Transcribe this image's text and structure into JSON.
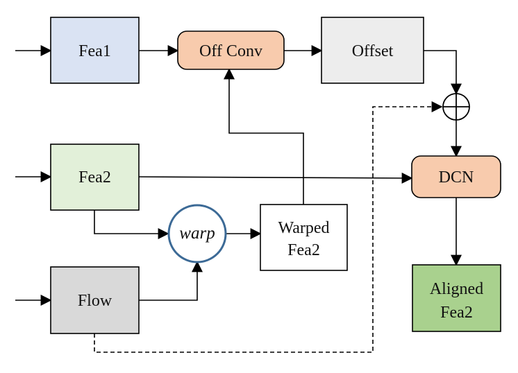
{
  "nodes": {
    "fea1": {
      "label": "Fea1",
      "color": "#dae3f3"
    },
    "off_conv": {
      "label": "Off Conv",
      "color": "#f8cbad"
    },
    "offset": {
      "label": "Offset",
      "color": "#ededed"
    },
    "fea2": {
      "label": "Fea2",
      "color": "#e2f0d9"
    },
    "dcn": {
      "label": "DCN",
      "color": "#f8cbad"
    },
    "warp": {
      "label": "warp",
      "color": "#3c6a96"
    },
    "warped_fea2": {
      "label_line1": "Warped",
      "label_line2": "Fea2",
      "color": "#ffffff"
    },
    "flow": {
      "label": "Flow",
      "color": "#d9d9d9"
    },
    "aligned_fea2": {
      "label_line1": "Aligned",
      "label_line2": "Fea2",
      "color": "#a9d18e"
    }
  },
  "add_operator_symbol": "⊕"
}
